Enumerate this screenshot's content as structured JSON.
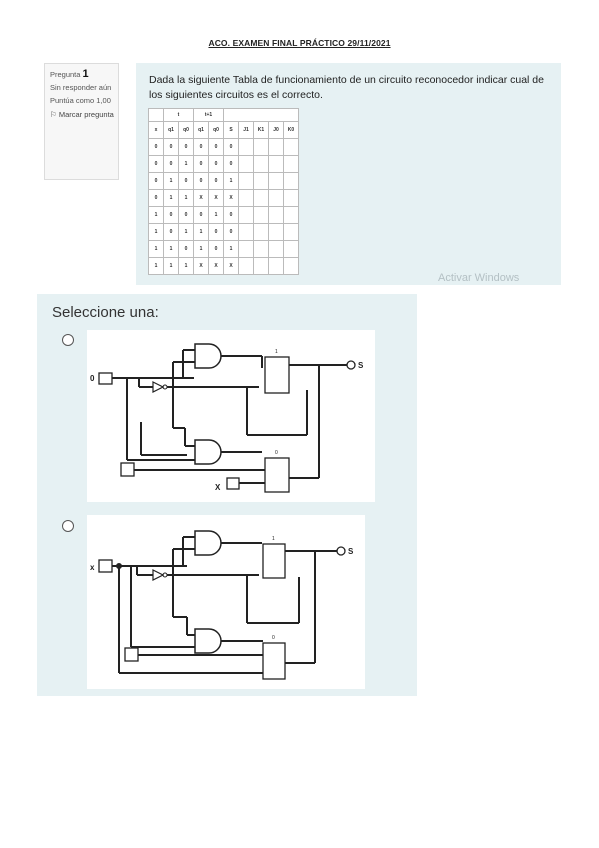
{
  "document": {
    "title": "ACO. EXAMEN FINAL PRÁCTICO 29/11/2021"
  },
  "question_info": {
    "label": "Pregunta",
    "number": "1",
    "status": "Sin responder aún",
    "score": "Puntúa como 1,00",
    "flag_label": "Marcar pregunta",
    "flag_icon": "flag-icon"
  },
  "question": {
    "text": "Dada la siguiente Tabla de funcionamiento de un circuito reconocedor indicar cual de los siguientes circuitos es el correcto.",
    "table": {
      "group_t": "t",
      "group_t1": "t+1",
      "headers": [
        "x",
        "q1",
        "q0",
        "q1",
        "q0",
        "S",
        "J1",
        "K1",
        "J0",
        "K0"
      ],
      "rows": [
        [
          "0",
          "0",
          "0",
          "0",
          "0",
          "0",
          "",
          "",
          "",
          ""
        ],
        [
          "0",
          "0",
          "1",
          "0",
          "0",
          "0",
          "",
          "",
          "",
          ""
        ],
        [
          "0",
          "1",
          "0",
          "0",
          "0",
          "1",
          "",
          "",
          "",
          ""
        ],
        [
          "0",
          "1",
          "1",
          "X",
          "X",
          "X",
          "",
          "",
          "",
          ""
        ],
        [
          "1",
          "0",
          "0",
          "0",
          "1",
          "0",
          "",
          "",
          "",
          ""
        ],
        [
          "1",
          "0",
          "1",
          "1",
          "0",
          "0",
          "",
          "",
          "",
          ""
        ],
        [
          "1",
          "1",
          "0",
          "1",
          "0",
          "1",
          "",
          "",
          "",
          ""
        ],
        [
          "1",
          "1",
          "1",
          "X",
          "X",
          "X",
          "",
          "",
          "",
          ""
        ]
      ]
    }
  },
  "watermark": "Activar Windows",
  "answers": {
    "prompt": "Seleccione una:",
    "options": [
      {
        "input_label": "0",
        "input2_label": "X",
        "output_label": "S",
        "ff_top": "1",
        "ff_bottom": "0"
      },
      {
        "input_label": "x",
        "output_label": "S",
        "ff_top": "1",
        "ff_bottom": "0"
      }
    ]
  }
}
